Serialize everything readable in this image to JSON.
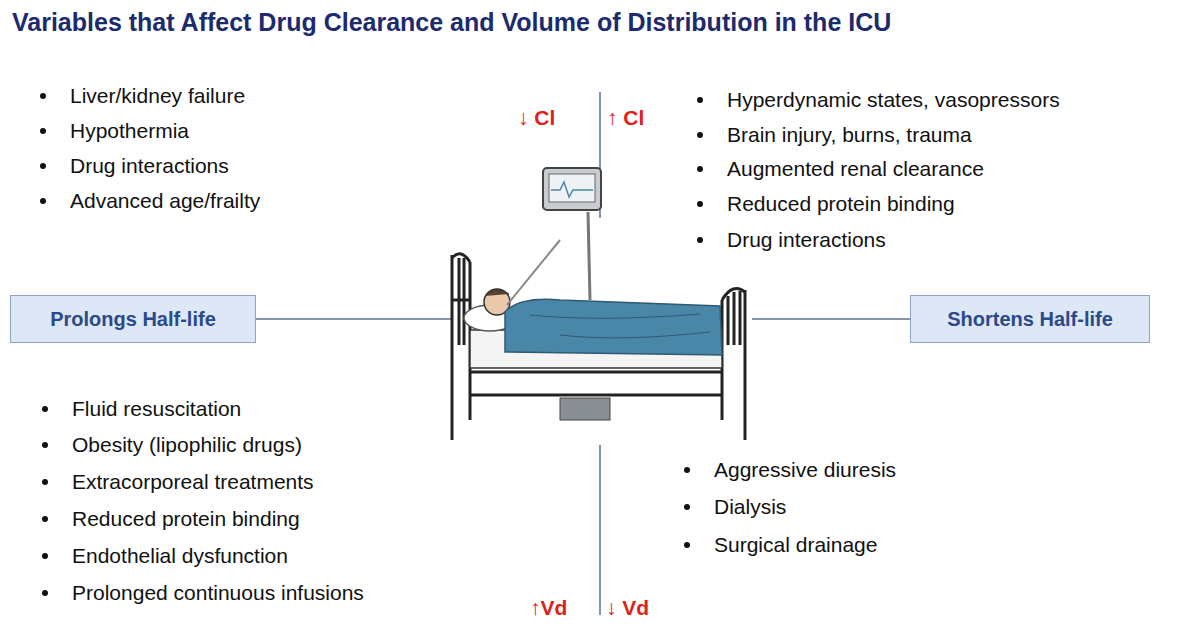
{
  "diagram": {
    "title": "Variables that Affect Drug Clearance and Volume of Distribution in the ICU",
    "nodes": [
      {
        "text": [
          "Prolongs Half-life"
        ]
      },
      {
        "text": [
          "Shortens Half-life"
        ]
      }
    ],
    "labels": [
      "Liver/kidney failure",
      "Hypothermia",
      "Drug interactions",
      "Advanced age/frailty",
      "↓ Cl",
      "↑ Cl",
      "Hyperdynamic states, vasopressors",
      "Brain injury, burns, trauma",
      "Augmented renal clearance",
      "Reduced protein binding",
      "Drug interactions",
      "Fluid resuscitation",
      "Obesity (lipophilic drugs)",
      "Extracorporeal treatments",
      "Reduced protein binding",
      "Endothelial dysfunction",
      "Prolonged continuous infusions",
      "Aggressive diuresis",
      "Dialysis",
      "Surgical drainage",
      "↑Vd",
      "↓ Vd"
    ]
  }
}
